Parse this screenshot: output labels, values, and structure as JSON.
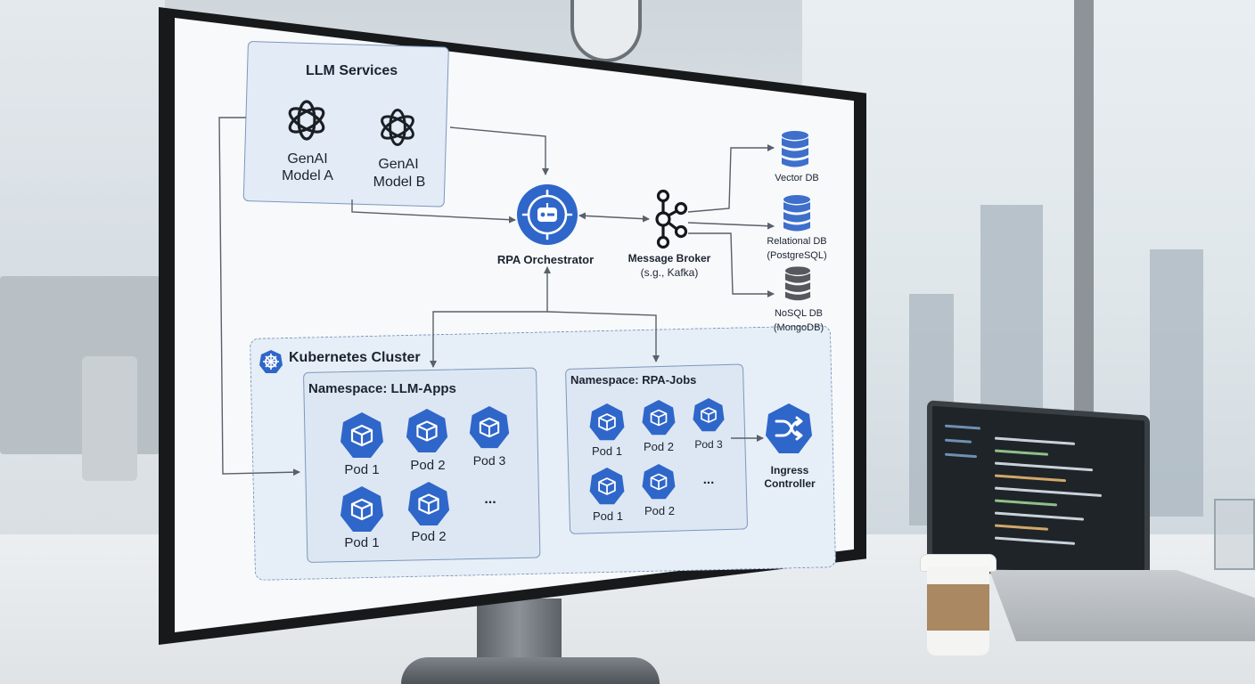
{
  "llm_services": {
    "title": "LLM Services",
    "model_a_line1": "GenAI",
    "model_a_line2": "Model A",
    "model_b_line1": "GenAI",
    "model_b_line2": "Model B"
  },
  "orchestrator": {
    "label": "RPA Orchestrator"
  },
  "message_broker": {
    "label": "Message Broker",
    "sublabel": "(s.g., Kafka)"
  },
  "databases": {
    "vector": {
      "label": "Vector DB"
    },
    "relational": {
      "label": "Relational DB",
      "sublabel": "(PostgreSQL)"
    },
    "nosql": {
      "label": "NoSQL DB",
      "sublabel": "(MongoDB)"
    }
  },
  "kubernetes": {
    "title": "Kubernetes Cluster",
    "ns_llm": {
      "title": "Namespace: LLM-Apps",
      "pods": [
        "Pod 1",
        "Pod 2",
        "Pod 3",
        "Pod 1",
        "Pod 2"
      ],
      "more": "..."
    },
    "ns_rpa": {
      "title": "Namespace: RPA-Jobs",
      "pods": [
        "Pod 1",
        "Pod 2",
        "Pod 3",
        "Pod 1",
        "Pod 2"
      ],
      "more": "..."
    },
    "ingress_line1": "Ingress",
    "ingress_line2": "Controller"
  },
  "colors": {
    "accent_blue": "#2f66c9",
    "db_blue": "#3d6fcb",
    "db_gray": "#55595e",
    "box_fill": "#e2ebf6",
    "box_border": "#7d98bd",
    "arrow": "#5a6068"
  },
  "icons": {
    "model": "openai-logo-icon",
    "orchestrator": "robot-gear-icon",
    "broker": "kafka-icon",
    "database": "database-cylinder-icon",
    "pod": "cube-hexagon-icon",
    "ingress": "shuffle-arrows-icon",
    "kubernetes": "kubernetes-helm-icon"
  }
}
